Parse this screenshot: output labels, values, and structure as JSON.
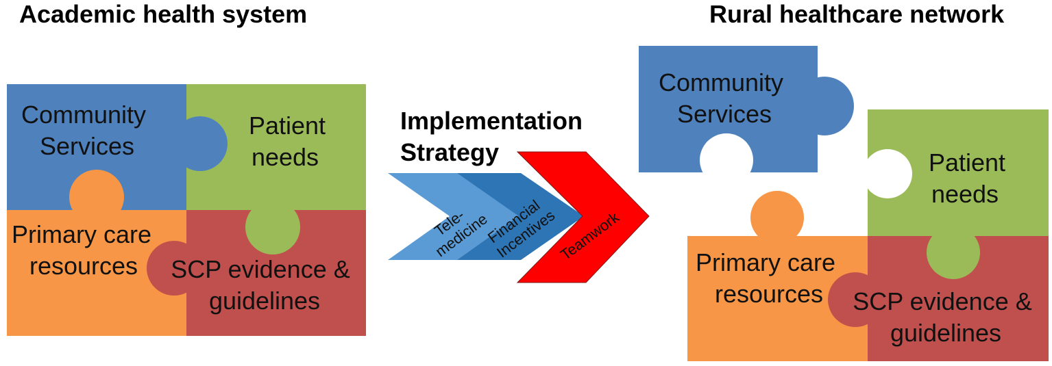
{
  "left": {
    "title": "Academic health system",
    "community": [
      "Community",
      "Services"
    ],
    "patient": [
      "Patient",
      "needs"
    ],
    "primary": [
      "Primary care",
      "resources"
    ],
    "scp": [
      "SCP evidence &",
      "guidelines"
    ]
  },
  "strategy": {
    "title": [
      "Implementation",
      "Strategy"
    ],
    "steps": [
      {
        "lines": [
          "Tele-",
          "medicine"
        ]
      },
      {
        "lines": [
          "Financial",
          "Incentives"
        ]
      },
      {
        "lines": [
          "Teamwork"
        ]
      }
    ]
  },
  "right": {
    "title": "Rural healthcare network",
    "community": [
      "Community",
      "Services"
    ],
    "patient": [
      "Patient",
      "needs"
    ],
    "primary": [
      "Primary care",
      "resources"
    ],
    "scp": [
      "SCP evidence &",
      "guidelines"
    ]
  },
  "colors": {
    "blue": "#4f81bd",
    "green": "#9bbb59",
    "orange": "#f79646",
    "red": "#c0504d",
    "arrow_light": "#5b9bd5",
    "arrow_dark": "#2e75b6",
    "arrow_red": "#ff0000"
  }
}
